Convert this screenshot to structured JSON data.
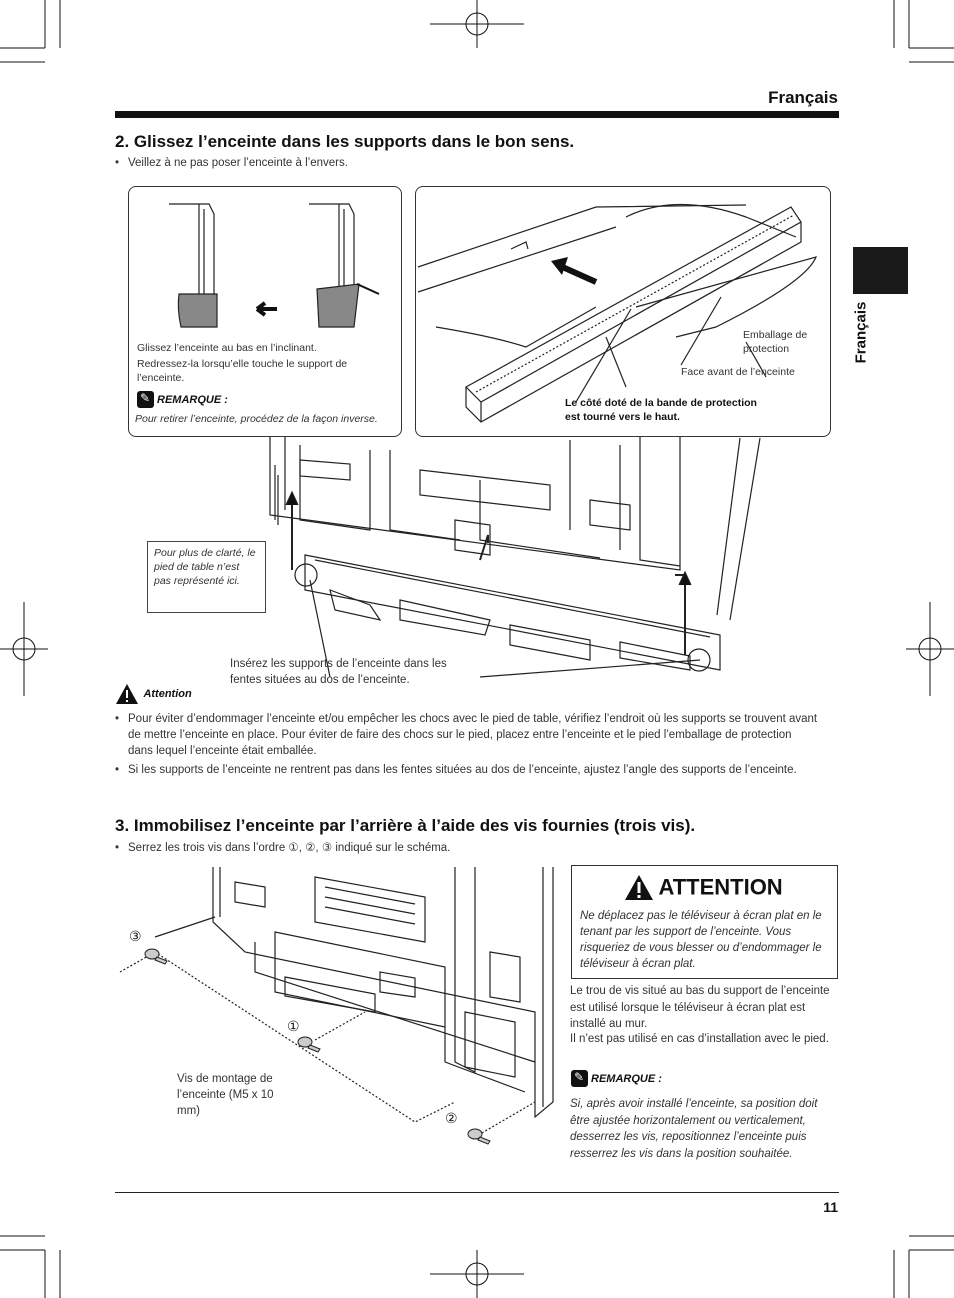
{
  "header": {
    "language": "Français"
  },
  "side_tab": {
    "label": "Français"
  },
  "step2": {
    "title": "2.  Glissez l’enceinte dans les supports dans le bon sens.",
    "bullet": "Veillez à ne pas poser l’enceinte à l’envers.",
    "panel_left": {
      "bullets": [
        "Glissez l’enceinte au bas en l’inclinant.",
        "Redressez-la lorsqu’elle touche le support de l’enceinte."
      ],
      "note_label": "REMARQUE :",
      "note_text": "Pour retirer l’enceinte, procédez de la façon inverse."
    },
    "panel_right": {
      "label_packaging": "Emballage de protection",
      "label_front": "Face avant de l’enceinte",
      "label_strip": "Le côté doté de la bande de protection est tourné vers le haut."
    },
    "clarity_note": "Pour plus de clarté, le pied de table n’est pas représenté ici.",
    "insert_label": "Insérez les supports de l’enceinte dans les fentes situées au dos de l’enceinte.",
    "attention_label": "Attention",
    "attention_bullets": [
      "Pour éviter d’endommager l’enceinte et/ou empêcher les chocs avec le pied de table, vérifiez l’endroit où les supports se trouvent avant de mettre l’enceinte en place. Pour éviter de faire des chocs sur le pied, placez entre l’enceinte et le pied l’emballage de protection dans lequel l’enceinte était emballée.",
      "Si les supports de l’enceinte ne rentrent pas dans les fentes situées au dos de l’enceinte, ajustez l’angle des supports de l’enceinte."
    ]
  },
  "step3": {
    "title": "3.  Immobilisez l’enceinte par l’arrière à l’aide des vis fournies (trois vis).",
    "bullet": "Serrez les trois vis dans l’ordre ①, ②, ③ indiqué sur le schéma.",
    "screw_labels": [
      "①",
      "②",
      "③"
    ],
    "screw_caption": "Vis de montage de l’enceinte (M5 x 10 mm)",
    "attention_box": {
      "title": "ATTENTION",
      "text": "Ne déplacez pas le téléviseur à écran plat en le tenant par les support de l’enceinte. Vous risqueriez de vous blesser ou d’endommager le téléviseur à écran plat."
    },
    "info_text_1": "Le trou de vis situé au bas du support de l’enceinte est utilisé lorsque le téléviseur à écran plat est installé au mur.",
    "info_text_2": "Il n’est pas utilisé en cas d’installation avec le pied.",
    "note_label": "REMARQUE :",
    "note_text": "Si, après avoir installé l’enceinte, sa position doit être ajustée horizontalement ou verticalement, desserrez les vis, repositionnez l’enceinte puis resserrez les vis dans la position souhaitée."
  },
  "footer": {
    "page_number": "11"
  }
}
